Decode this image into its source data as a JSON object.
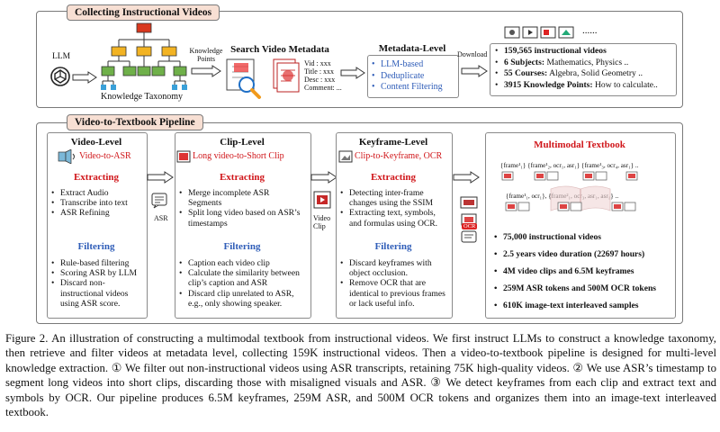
{
  "top": {
    "title": "Collecting Instructional Videos",
    "llm_label": "LLM",
    "taxonomy_label": "Knowledge Taxonomy",
    "knowledge_points_label": "Knowledge\nPoints",
    "search_title": "Search Video Metadata",
    "metadata_lines": [
      "Vid : xxx",
      "Title : xxx",
      "Desc : xxx",
      "Comment: ..."
    ],
    "metadata_level": {
      "title": "Metadata-Level",
      "items": [
        "LLM-based",
        "Deduplicate",
        "Content Filtering"
      ]
    },
    "download_label": "Download",
    "ellipsis": "......",
    "stats": [
      {
        "bold": "159,565 instructional videos",
        "rest": ""
      },
      {
        "bold": "6 Subjects:",
        "rest": " Mathematics, Physics .."
      },
      {
        "bold": "55 Courses:",
        "rest": " Algebra, Solid Geometry .."
      },
      {
        "bold": "3915 Knowledge Points:",
        "rest": " How to calculate.."
      }
    ]
  },
  "pipeline": {
    "title": "Video-to-Textbook Pipeline",
    "video_level": {
      "title": "Video-Level",
      "red": "Video-to-ASR",
      "extracting": "Extracting",
      "extract_items": [
        "Extract Audio",
        "Transcribe into text",
        "ASR Refining"
      ],
      "filtering": "Filtering",
      "filter_items": [
        "Rule-based filtering",
        "Scoring ASR by LLM",
        "Discard non-instructional videos using ASR score."
      ]
    },
    "asr_label": "ASR",
    "clip_level": {
      "title": "Clip-Level",
      "red": "Long video-to-Short Clip",
      "extracting": "Extracting",
      "extract_items": [
        "Merge incomplete ASR Segments",
        "Split long video based on ASR’s timestamps"
      ],
      "filtering": "Filtering",
      "filter_items": [
        "Caption each video clip",
        "Calculate the similarity between clip’s caption and ASR",
        "Discard clip unrelated to ASR, e.g., only showing speaker."
      ]
    },
    "video_clip_label": "Video\nClip",
    "keyframe_level": {
      "title": "Keyframe-Level",
      "red": "Clip-to-Keyframe, OCR",
      "extracting": "Extracting",
      "extract_items": [
        "Detecting inter-frame changes using the SSIM",
        "Extracting text, symbols, and formulas using OCR."
      ],
      "filtering": "Filtering",
      "filter_items": [
        "Discard keyframes with object occlusion.",
        "Remove OCR that are identical to previous frames or lack useful info."
      ]
    },
    "ocr_label": "OCR",
    "textbook": {
      "title": "Multimodal Textbook",
      "seq1": "{frame¹₁} {frame¹₂, ocr₁, asr₁} {frame¹₃, ocr₄, asr₁} ..",
      "seq2": "{frame¹₁, ocr₁}, {frame²₁, ocr₃, asr₁, asr₁} ..",
      "stats": [
        "75,000 instructional videos",
        "2.5 years video duration (22697 hours)",
        "4M video clips and 6.5M keyframes",
        "259M ASR tokens and 500M OCR tokens",
        "610K image-text interleaved samples"
      ]
    }
  },
  "caption": "Figure 2. An illustration of constructing a multimodal textbook from instructional videos. We first instruct LLMs to construct a knowledge taxonomy, then retrieve and filter videos at metadata level, collecting 159K instructional videos.  Then a video-to-textbook pipeline is designed for multi-level knowledge extraction. ① We filter out non-instructional videos using ASR transcripts, retaining 75K high-quality videos. ② We use ASR’s timestamp to segment long videos into short clips, discarding those with misaligned visuals and ASR. ③ We detect keyframes from each clip and extract text and symbols by OCR. Our pipeline produces 6.5M keyframes, 259M ASR, and 500M OCR tokens and organizes them into an image-text interleaved textbook."
}
